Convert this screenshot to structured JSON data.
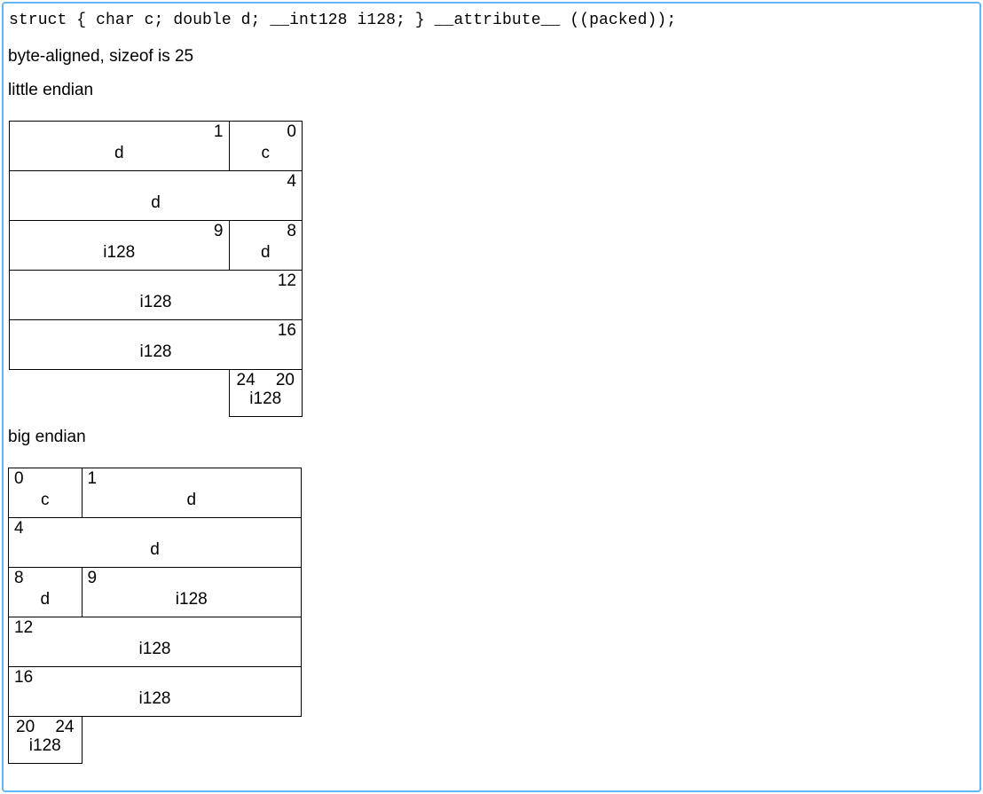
{
  "colors": {
    "frame_border": "#66b6f4",
    "diagram_line": "#000000",
    "text": "#000000"
  },
  "header": {
    "code": "struct { char c; double d; __int128 i128; } __attribute__ ((packed));",
    "note": "byte-aligned, sizeof is 25"
  },
  "little_endian": {
    "heading": "little endian",
    "rows": [
      {
        "cells": [
          {
            "num": "1",
            "label": "d"
          },
          {
            "num": "0",
            "label": "c"
          }
        ]
      },
      {
        "cells": [
          {
            "num": "4",
            "label": "d"
          }
        ]
      },
      {
        "cells": [
          {
            "num": "9",
            "label": "i128"
          },
          {
            "num": "8",
            "label": "d"
          }
        ]
      },
      {
        "cells": [
          {
            "num": "12",
            "label": "i128"
          }
        ]
      },
      {
        "cells": [
          {
            "num": "16",
            "label": "i128"
          }
        ]
      }
    ],
    "tail": {
      "num_left": "24",
      "num_right": "20",
      "label": "i128"
    }
  },
  "big_endian": {
    "heading": "big endian",
    "rows": [
      {
        "cells": [
          {
            "num": "0",
            "label": "c"
          },
          {
            "num": "1",
            "label": "d"
          }
        ]
      },
      {
        "cells": [
          {
            "num": "4",
            "label": "d"
          }
        ]
      },
      {
        "cells": [
          {
            "num": "8",
            "label": "d"
          },
          {
            "num": "9",
            "label": "i128"
          }
        ]
      },
      {
        "cells": [
          {
            "num": "12",
            "label": "i128"
          }
        ]
      },
      {
        "cells": [
          {
            "num": "16",
            "label": "i128"
          }
        ]
      }
    ],
    "tail": {
      "num_left": "20",
      "num_right": "24",
      "label": "i128"
    }
  }
}
